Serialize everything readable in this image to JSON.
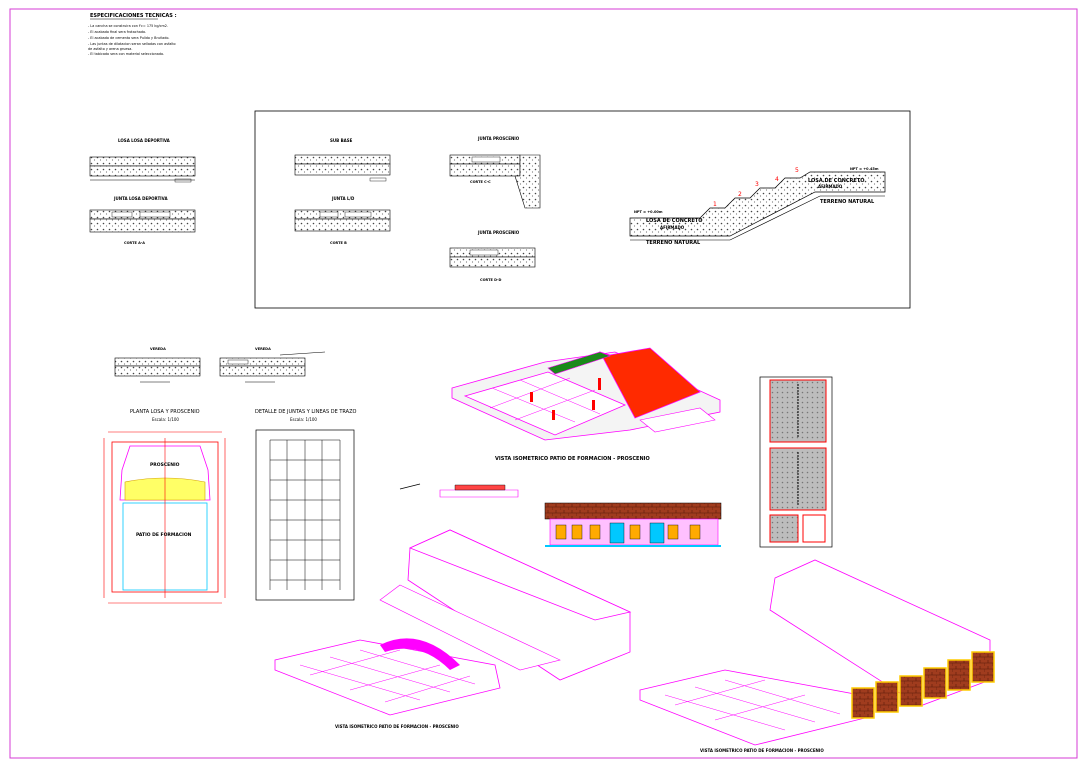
{
  "notes": {
    "title": "ESPECIFICACIONES TECNICAS :",
    "lines": [
      "- La cancha se construira con f'c= 175 kg/cm2.",
      "- El acabado final sera frotachado.",
      "- El acabado de cemento sera Pulido y Bruñado.",
      "- Las juntas de dilatacion seran selladas con asfalto",
      "  de asfalto y arena gruesa.",
      "- El tabicado sera con material seleccionado."
    ]
  },
  "sections": {
    "losa_deportiva": "LOSA LOSA DEPORTIVA",
    "junta_losa": "JUNTA LOSA DEPORTIVA",
    "corte_aa": "CORTE A-A",
    "sub_base": "SUB BASE",
    "junta_ld": "JUNTA L/D",
    "corte_b": "CORTE B",
    "junta_proscenio": "JUNTA PROSCENIO",
    "corte_c": "CORTE C-C",
    "junta_proscenio_2": "JUNTA PROSCENIO",
    "corte_d": "CORTE D-D",
    "vereda_1": "VEREDA",
    "vereda_2": "VEREDA"
  },
  "profile": {
    "steps": [
      "1",
      "2",
      "3",
      "4",
      "5"
    ],
    "npt_top": "NPT = +0.45m",
    "npt_bottom": "NPT = +0.00m",
    "losa_concreto_top": "LOSA DE CONCRETO",
    "afirmado_top": "AFIRMADO",
    "terreno_top": "TERRENO NATURAL",
    "losa_concreto_bottom": "LOSA DE CONCRETO",
    "afirmado_bottom": "AFIRMADO",
    "terreno_bottom": "TERRENO NATURAL"
  },
  "plans": {
    "planta_title": "PLANTA LOSA Y PROSCENIO",
    "planta_scale": "Escala: 1/100",
    "proscenio_label": "PROSCENIO",
    "patio_label": "PATIO DE FORMACION",
    "juntas_title": "DETALLE DE JUNTAS Y LINEAS DE TRAZO",
    "juntas_scale": "Escala: 1/100"
  },
  "views": {
    "iso_1": "VISTA ISOMETRICO PATIO DE FORMACION - PROSCENIO",
    "iso_2": "VISTA ISOMETRICO PATIO DE FORMACION - PROSCENIO",
    "iso_3": "VISTA ISOMETRICO PATIO DE FORMACION - PROSCENIO"
  },
  "colors": {
    "magenta": "#ff00ff",
    "red": "#ff0000",
    "yellow": "#ffff00",
    "green": "#1a8a1a",
    "cyan": "#00c8ff",
    "brown": "#a03c1e",
    "frame": "#d63bd6"
  }
}
